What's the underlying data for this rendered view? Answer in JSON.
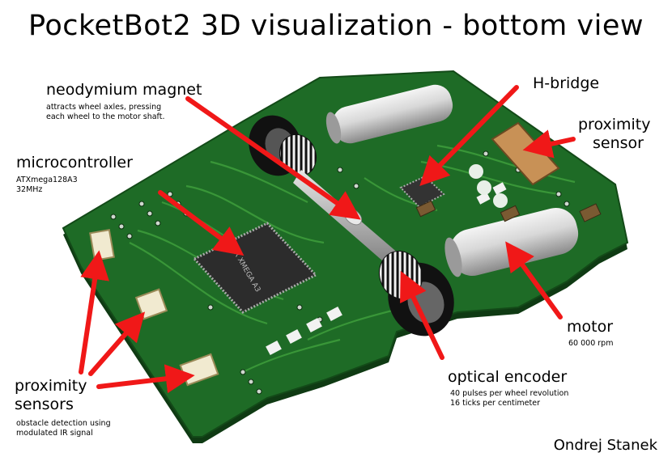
{
  "title": "PocketBot2 3D visualization - bottom view",
  "author": "Ondrej Stanek",
  "colors": {
    "arrow": "#f01818",
    "pcb": "#1e6b26",
    "pcb_edge": "#0f3a13",
    "trace": "#3c9b3a"
  },
  "callouts": {
    "magnet": {
      "label": "neodymium magnet",
      "lines": [
        "attracts wheel axles, pressing",
        "each wheel to the motor shaft."
      ]
    },
    "mcu": {
      "label": "microcontroller",
      "lines": [
        "ATXmega128A3",
        "32MHz"
      ]
    },
    "hbridge": {
      "label": "H-bridge",
      "lines": []
    },
    "prox_right": {
      "label_lines": [
        "proximity",
        "sensor"
      ]
    },
    "motor": {
      "label": "motor",
      "lines": [
        "60 000 rpm"
      ]
    },
    "encoder": {
      "label": "optical encoder",
      "lines": [
        "40 pulses per wheel revolution",
        "16 ticks per centimeter"
      ]
    },
    "prox_left": {
      "label_lines": [
        "proximity",
        "sensors"
      ],
      "lines": [
        "obstacle detection using",
        "modulated IR signal"
      ]
    }
  },
  "chip_marking": [
    "AVR XMEGA A3"
  ]
}
